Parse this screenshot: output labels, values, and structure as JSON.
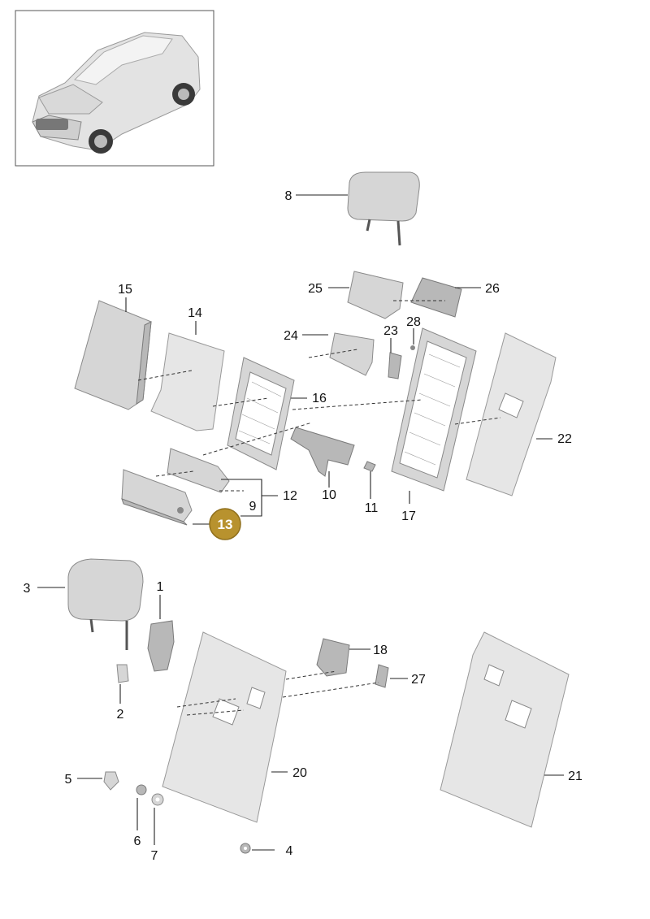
{
  "labels": {
    "p1": "1",
    "p2": "2",
    "p3": "3",
    "p4": "4",
    "p5": "5",
    "p6": "6",
    "p7": "7",
    "p8": "8",
    "p9": "9",
    "p10": "10",
    "p11": "11",
    "p12": "12",
    "p13": "13",
    "p14": "14",
    "p15": "15",
    "p16": "16",
    "p17": "17",
    "p18": "18",
    "p20": "20",
    "p21": "21",
    "p22": "22",
    "p23": "23",
    "p24": "24",
    "p25": "25",
    "p26": "26",
    "p27": "27",
    "p28": "28"
  },
  "highlight": {
    "part": "13",
    "color": "#b8922e"
  }
}
